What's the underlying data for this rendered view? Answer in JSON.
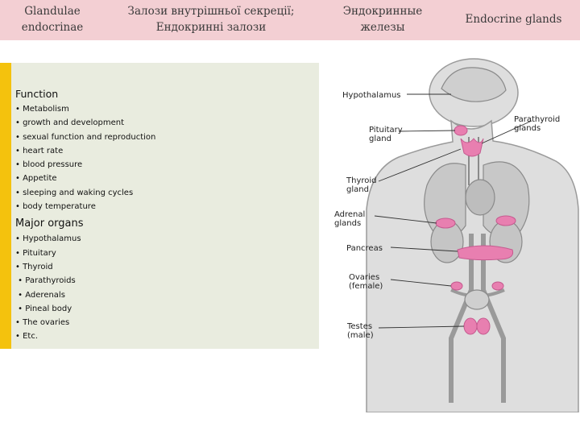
{
  "header": {
    "col1": [
      "Glandulae",
      "endocrinae"
    ],
    "col2": [
      "Залози внутрішньої секреції;",
      "Ендокринні залози"
    ],
    "col3": [
      "Эндокринные",
      "железы"
    ],
    "col4": "Endocrine glands"
  },
  "function_section": {
    "title": "Function",
    "items": [
      "• Metabolism",
      "• growth and development",
      "• sexual function and reproduction",
      "• heart rate",
      "• blood pressure",
      "• Appetite",
      "• sleeping and waking cycles",
      "• body temperature"
    ]
  },
  "organs_section": {
    "title": "Major organs",
    "items": [
      "• Hypothalamus",
      "• Pituitary",
      "• Thyroid",
      " • Parathyroids",
      " • Aderenals",
      " • Pineal body",
      "• The ovaries",
      "• Etc."
    ]
  },
  "diagram_labels": {
    "hypothalamus": "Hypothalamus",
    "pituitary": [
      "Pituitary",
      "gland"
    ],
    "parathyroid": [
      "Parathyroid",
      "glands"
    ],
    "thyroid": [
      "Thyroid",
      "gland"
    ],
    "adrenal": [
      "Adrenal",
      "glands"
    ],
    "pancreas": "Pancreas",
    "ovaries": [
      "Ovaries",
      "(female)"
    ],
    "testes": [
      "Testes",
      "(male)"
    ]
  },
  "colors": {
    "header_bg": "#f3cfd3",
    "panel_bg": "#e9ecdf",
    "accent": "#f4c20d",
    "gland_pink": "#e87fb0",
    "body_gray": "#d9d9d9"
  }
}
